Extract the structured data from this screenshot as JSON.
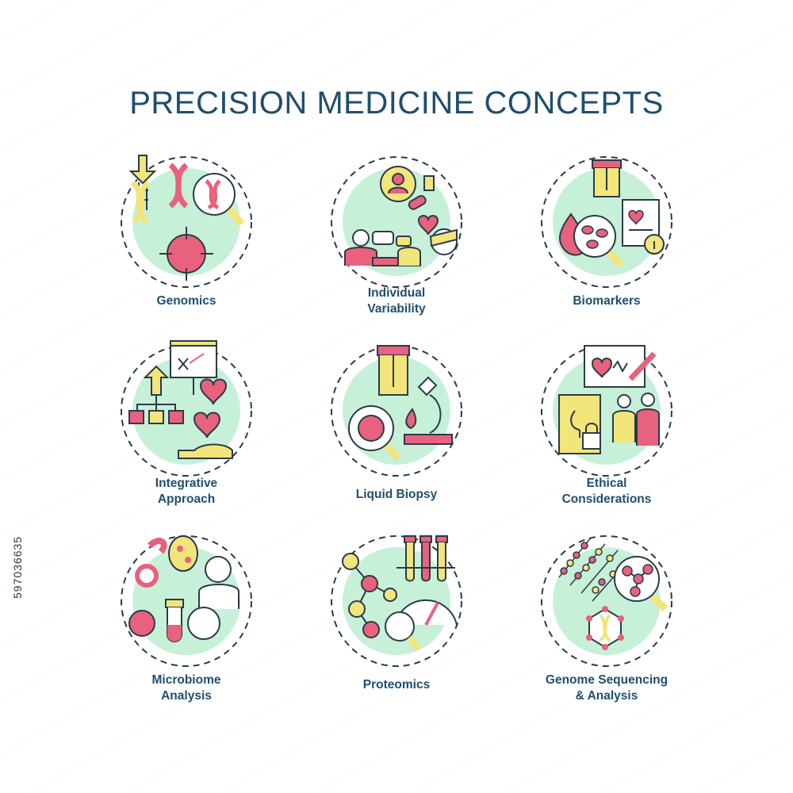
{
  "title": "PRECISION MEDICINE CONCEPTS",
  "colors": {
    "navy": "#1f4e6e",
    "pink": "#e8627d",
    "yellow": "#f2e57a",
    "mint": "#c7f0d8",
    "dark": "#2b3a4a"
  },
  "items": [
    {
      "label": "Genomics",
      "icon": "dna-magnifier-icon"
    },
    {
      "label": "Individual\nVariability",
      "icon": "patient-doctor-icon"
    },
    {
      "label": "Biomarkers",
      "icon": "blood-sample-report-icon"
    },
    {
      "label": "Integrative\nApproach",
      "icon": "flowchart-heart-icon"
    },
    {
      "label": "Liquid Biopsy",
      "icon": "microscope-sample-icon"
    },
    {
      "label": "Ethical\nConsiderations",
      "icon": "medical-record-lock-icon"
    },
    {
      "label": "Microbiome\nAnalysis",
      "icon": "bacteria-person-icon"
    },
    {
      "label": "Proteomics",
      "icon": "test-tubes-molecule-icon"
    },
    {
      "label": "Genome Sequencing\n& Analysis",
      "icon": "sequence-network-icon"
    }
  ],
  "watermark": "597036635"
}
